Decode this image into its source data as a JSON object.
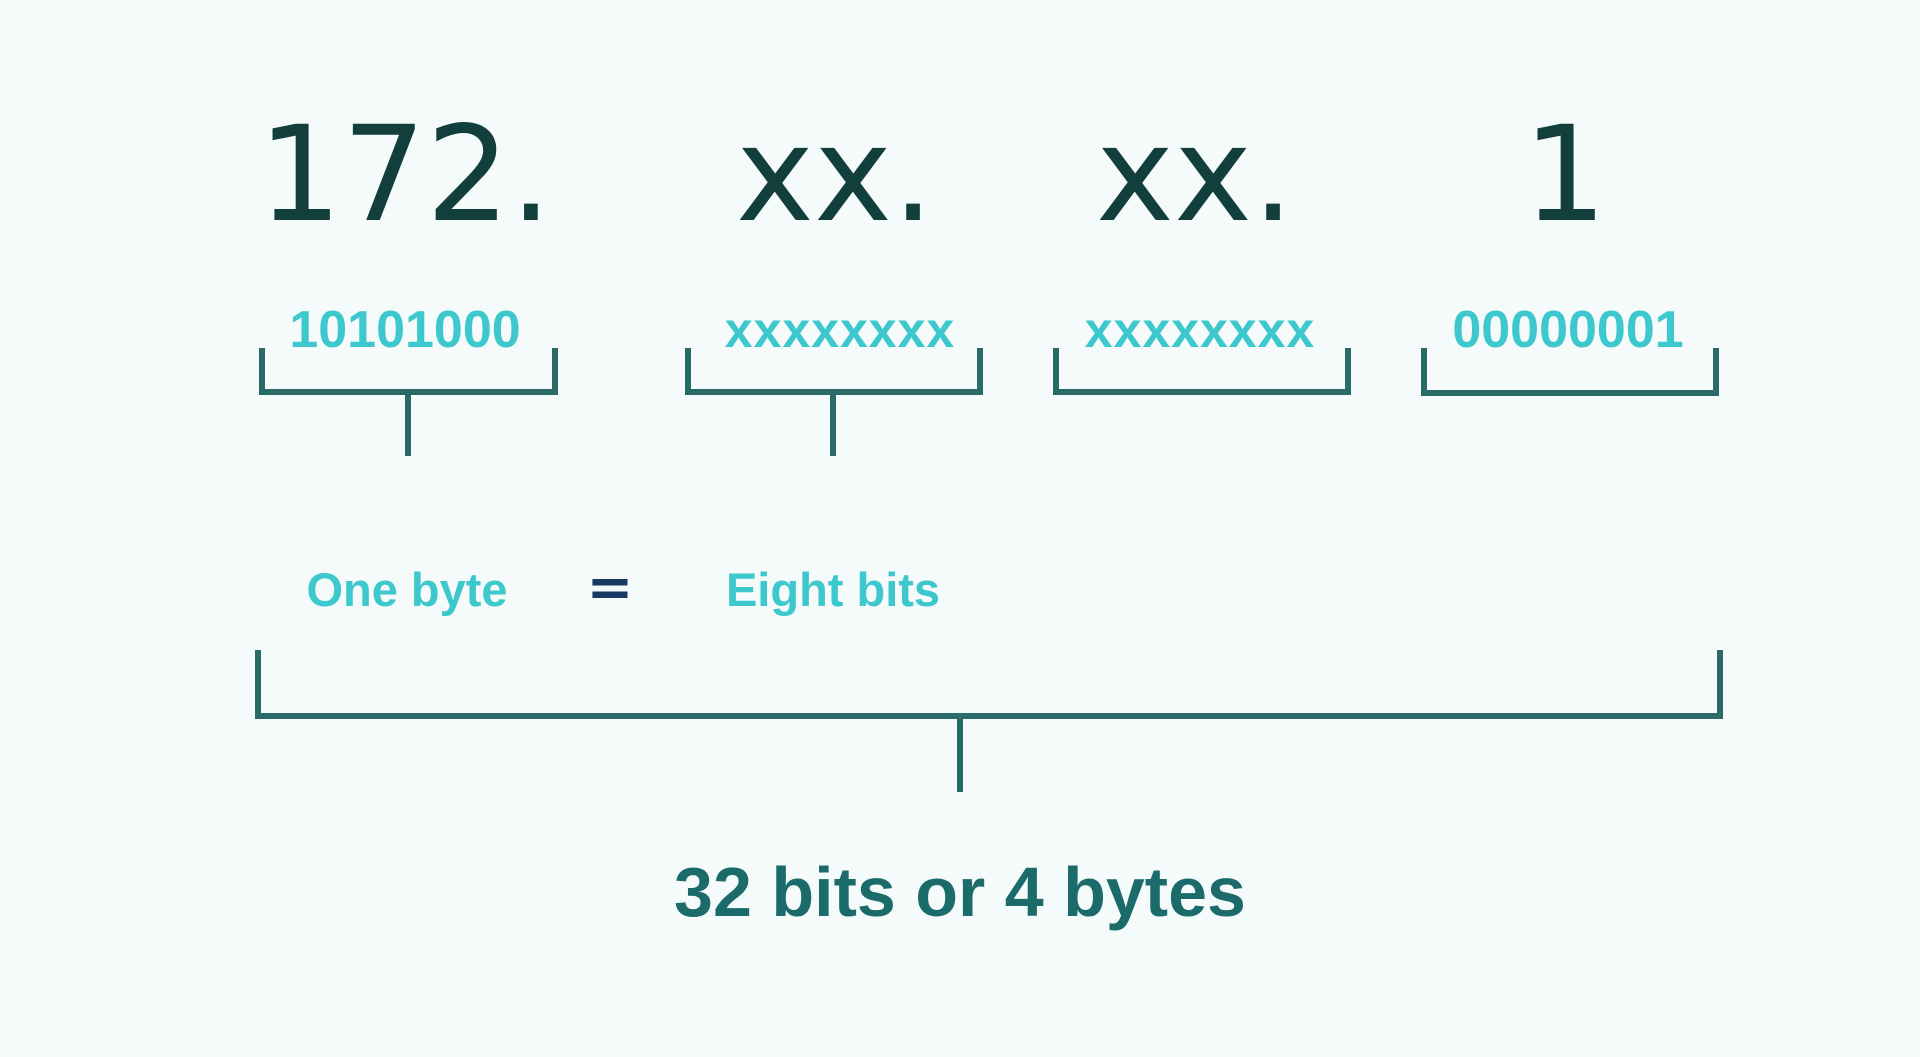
{
  "octets": [
    {
      "decimal": "172.",
      "binary": "10101000",
      "has_stem": true
    },
    {
      "decimal": "xx.",
      "binary": "xxxxxxxx",
      "has_stem": true
    },
    {
      "decimal": "xx.",
      "binary": "xxxxxxxx",
      "has_stem": false
    },
    {
      "decimal": "1",
      "binary": "00000001",
      "has_stem": false
    }
  ],
  "byte_label": "One byte",
  "equals_sign": "=",
  "bits_label": "Eight bits",
  "total_label": "32 bits or 4 bytes",
  "colors": {
    "background": "#f5fafa",
    "octet_text": "#123e3c",
    "binary_text": "#3cc8cc",
    "bracket": "#2a6a67",
    "equals": "#173a63",
    "total_text": "#1a6b6a"
  }
}
